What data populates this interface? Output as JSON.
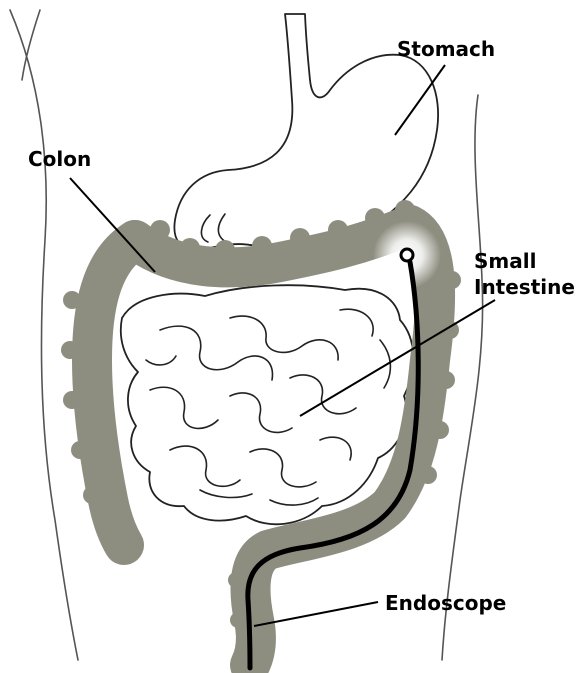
{
  "labels": {
    "stomach": "Stomach",
    "colon": "Colon",
    "small_intestine_line1": "Small",
    "small_intestine_line2": "Intestine",
    "endoscope": "Endoscope"
  },
  "colors": {
    "colon_fill": "#8e8e80",
    "colon_body": "#9b9b8e",
    "endoscope": "#000000",
    "tip_glow": "#ffffff",
    "outline": "#222222"
  }
}
